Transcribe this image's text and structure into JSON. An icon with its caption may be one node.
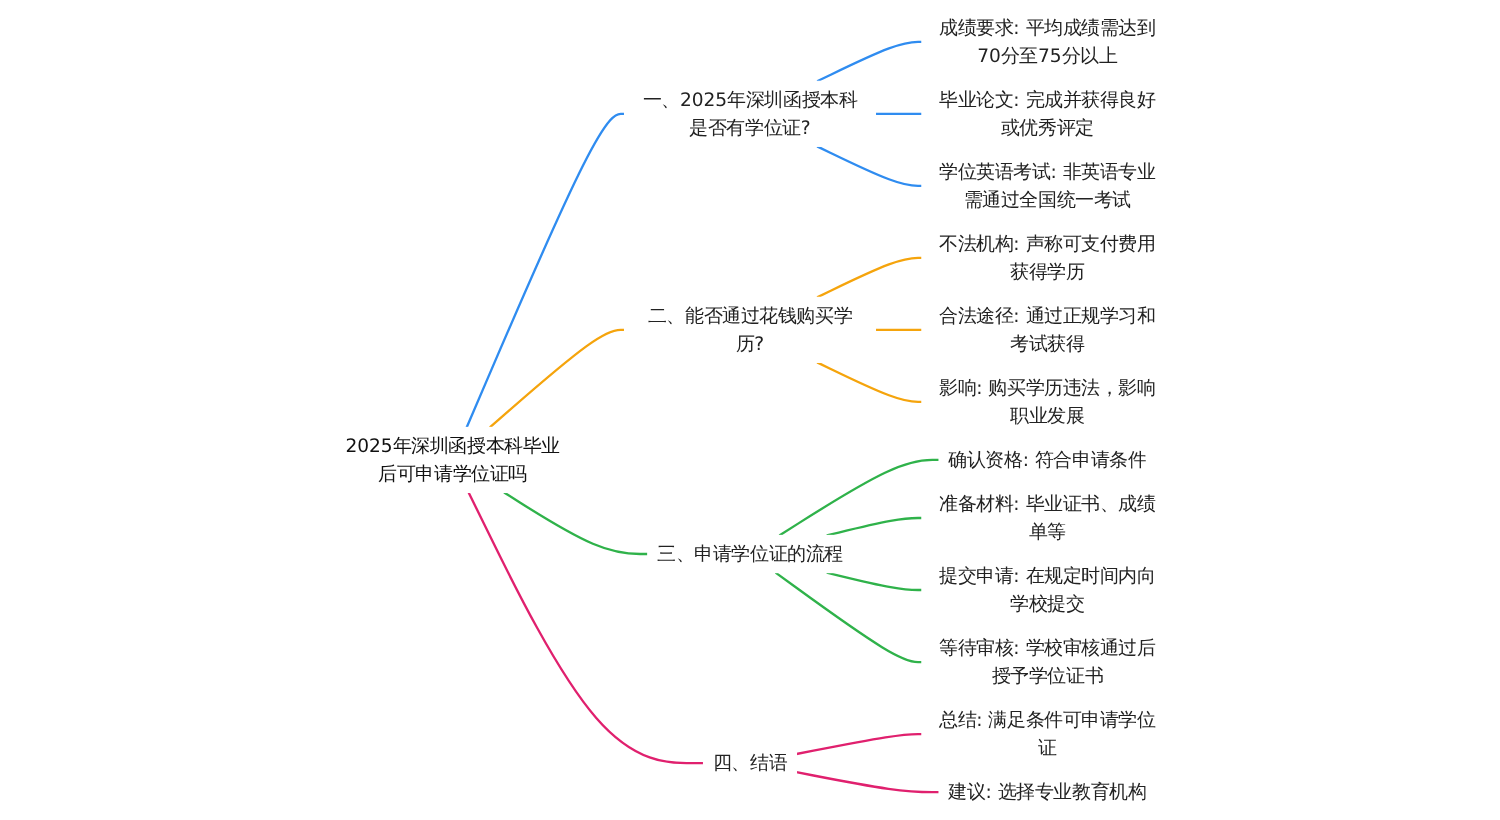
{
  "diagram": {
    "nodes": [
      {
        "text": [
          "2025年深圳函授本科毕业后可申请学位证吗"
        ]
      },
      {
        "text": [
          "一、2025年深圳函授本科是否有学位证?"
        ]
      },
      {
        "text": [
          "成绩要求: 平均成绩需达到70分至75分以上"
        ]
      },
      {
        "text": [
          "毕业论文: 完成并获得良好或优秀评定"
        ]
      },
      {
        "text": [
          "学位英语考试: 非英语专业需通过全国统一考试"
        ]
      },
      {
        "text": [
          "二、能否通过花钱购买学历?"
        ]
      },
      {
        "text": [
          "不法机构: 声称可支付费用获得学历"
        ]
      },
      {
        "text": [
          "合法途径: 通过正规学习和考试获得"
        ]
      },
      {
        "text": [
          "影响: 购买学历违法，影响职业发展"
        ]
      },
      {
        "text": [
          "三、申请学位证的流程"
        ]
      },
      {
        "text": [
          "确认资格: 符合申请条件"
        ]
      },
      {
        "text": [
          "准备材料: 毕业证书、成绩单等"
        ]
      },
      {
        "text": [
          "提交申请: 在规定时间内向学校提交"
        ]
      },
      {
        "text": [
          "等待审核: 学校审核通过后授予学位证书"
        ]
      },
      {
        "text": [
          "四、结语"
        ]
      },
      {
        "text": [
          "总结: 满足条件可申请学位证"
        ]
      },
      {
        "text": [
          "建议: 选择专业教育机构"
        ]
      }
    ],
    "edges": [
      {
        "from": 0,
        "to": 1,
        "arrow": "none",
        "color": "#2f8cf0"
      },
      {
        "from": 1,
        "to": 2,
        "arrow": "none",
        "color": "#2f8cf0"
      },
      {
        "from": 1,
        "to": 3,
        "arrow": "none",
        "color": "#2f8cf0"
      },
      {
        "from": 1,
        "to": 4,
        "arrow": "none",
        "color": "#2f8cf0"
      },
      {
        "from": 0,
        "to": 5,
        "arrow": "none",
        "color": "#f5a40c"
      },
      {
        "from": 5,
        "to": 6,
        "arrow": "none",
        "color": "#f5a40c"
      },
      {
        "from": 5,
        "to": 7,
        "arrow": "none",
        "color": "#f5a40c"
      },
      {
        "from": 5,
        "to": 8,
        "arrow": "none",
        "color": "#f5a40c"
      },
      {
        "from": 0,
        "to": 9,
        "arrow": "none",
        "color": "#2fb24a"
      },
      {
        "from": 9,
        "to": 10,
        "arrow": "none",
        "color": "#2fb24a"
      },
      {
        "from": 9,
        "to": 11,
        "arrow": "none",
        "color": "#2fb24a"
      },
      {
        "from": 9,
        "to": 12,
        "arrow": "none",
        "color": "#2fb24a"
      },
      {
        "from": 9,
        "to": 13,
        "arrow": "none",
        "color": "#2fb24a"
      },
      {
        "from": 0,
        "to": 14,
        "arrow": "none",
        "color": "#e0206e"
      },
      {
        "from": 14,
        "to": 15,
        "arrow": "none",
        "color": "#e0206e"
      },
      {
        "from": 14,
        "to": 16,
        "arrow": "none",
        "color": "#e0206e"
      }
    ]
  }
}
